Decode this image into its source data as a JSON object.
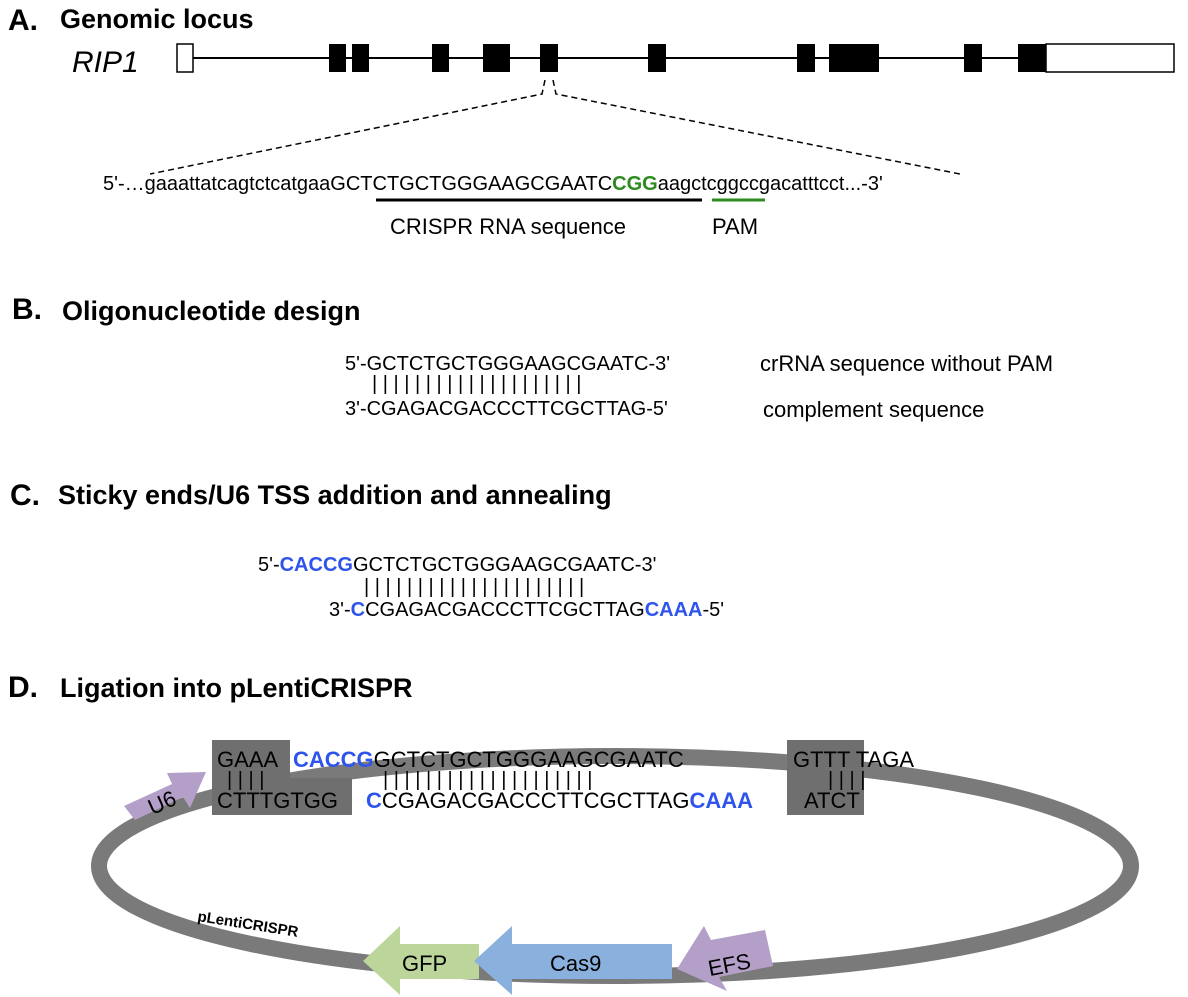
{
  "panelA": {
    "letter": "A.",
    "title": "Genomic locus",
    "gene": "RIP1",
    "seq_prefix": "5'-…gaaattatcagtctcatgaa",
    "seq_crrna": "GCTCTGCTGGGAAGCGAATC",
    "seq_pam": "CGG",
    "seq_suffix": "aagctcggccgacatttcct...-3'",
    "crrna_label": "CRISPR RNA sequence",
    "pam_label": "PAM"
  },
  "panelB": {
    "letter": "B.",
    "title": "Oligonucleotide design",
    "top_strand": "5'-GCTCTGCTGGGAAGCGAATC-3'",
    "pair_bars": "| | | | | | | | | | | | | | | | | | | |",
    "bottom_strand": "3'-CGAGACGACCCTTCGCTTAG-5'",
    "top_note": "crRNA sequence without PAM",
    "bottom_note": "complement sequence"
  },
  "panelC": {
    "letter": "C.",
    "title": "Sticky ends/U6 TSS addition and annealing",
    "top_5": "5'-",
    "top_overhang": "CACCG",
    "top_core": "GCTCTGCTGGGAAGCGAATC-3'",
    "pair_bars": "| | | | | | | | | | | | | | | | | | | | |",
    "bot_3": "3'-",
    "bot_c": "C",
    "bot_core": "CGAGACGACCCTTCGCTTAG",
    "bot_overhang": "CAAA",
    "bot_5": "-5'"
  },
  "panelD": {
    "letter": "D.",
    "title": "Ligation into pLentiCRISPR",
    "left_top": "GAAA",
    "left_bars": "| | | |",
    "left_bottom": "CTTTGTGG",
    "insert_top_overhang": "CACCG",
    "insert_top_core": "GCTCTGCTGGGAAGCGAATC",
    "insert_bars": "| | | | | | | | | | | | | | | | | | | |",
    "insert_bot_c": "C",
    "insert_bot_core": "CGAGACGACCCTTCGCTTAG",
    "insert_bot_overhang": "CAAA",
    "right_top": "GTTT TAGA",
    "right_bars": "| | | |",
    "right_bottom": "ATCT",
    "plasmid_name": "pLentiCRISPR",
    "features": [
      "U6",
      "GFP",
      "Cas9",
      "EFS"
    ]
  },
  "colors": {
    "overhang_blue": "#2f54eb",
    "pam_green": "#2e8b1f",
    "backbone_gray": "#7a7a7a",
    "block_gray": "#6f6f6f",
    "u6_purple": "#b49fc9",
    "efs_purple": "#b49fc9",
    "gfp_green": "#bcd59a",
    "cas9_blue": "#8ab0dd"
  }
}
